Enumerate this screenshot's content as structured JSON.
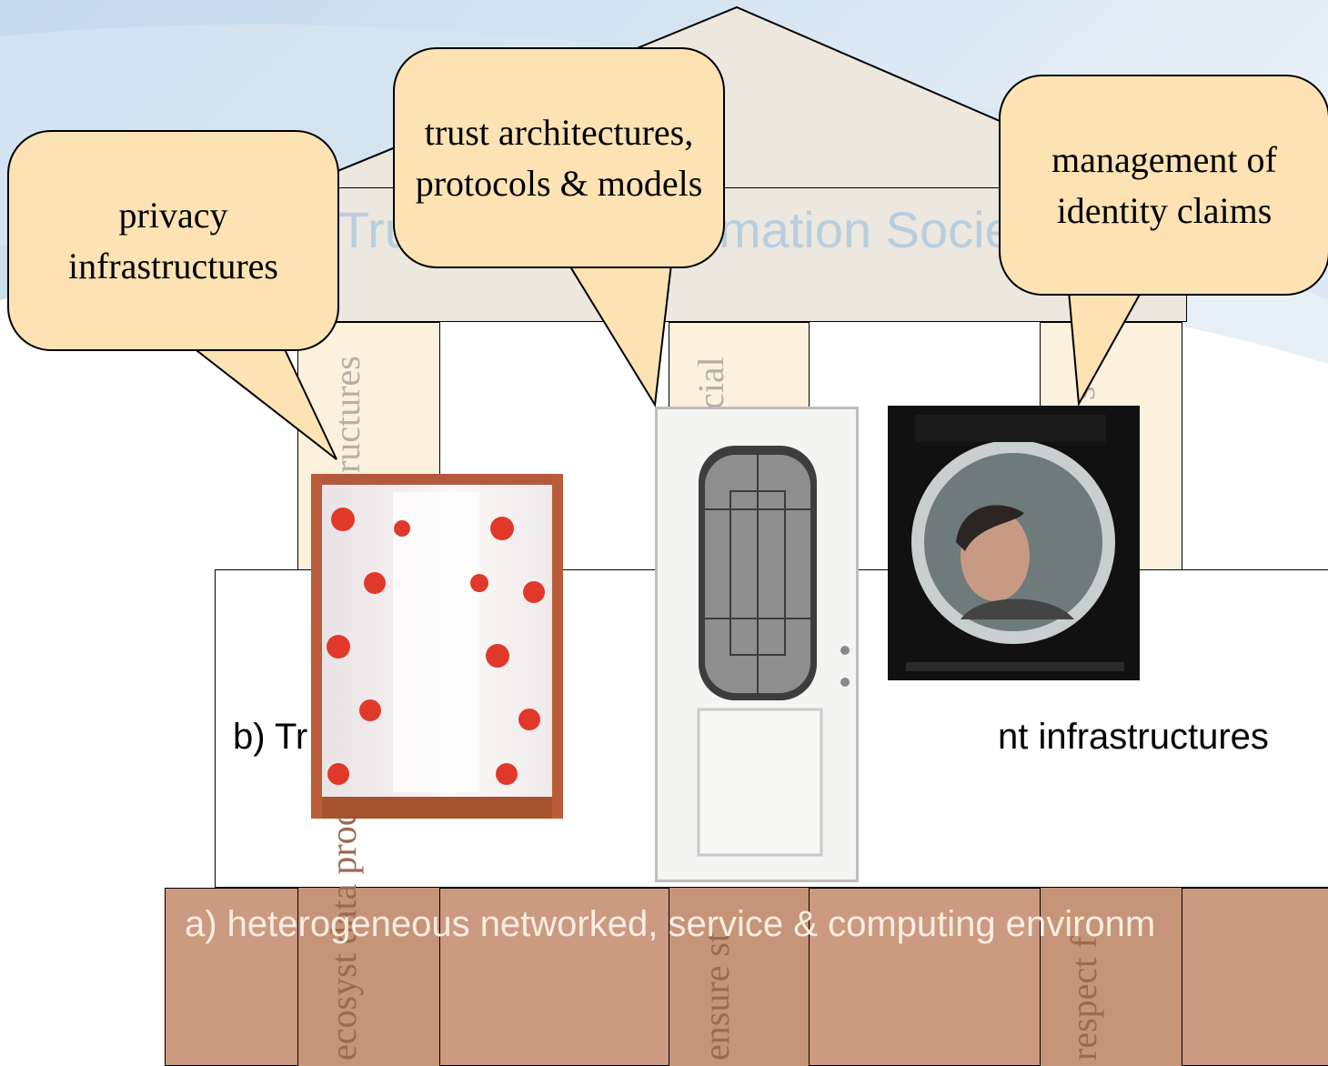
{
  "temple": {
    "roof_title": "Trustworthy Information Society",
    "pillars": [
      {
        "top_text": "ation, ructures",
        "bottom_text": "ecosyst data proc"
      },
      {
        "top_text": "cial",
        "bottom_text": "ensure st"
      },
      {
        "top_text": "s",
        "bottom_text": "respect f"
      }
    ],
    "layer_b_left": "b) Tr",
    "layer_b_right": "nt infrastructures",
    "layer_a": "a) heterogeneous networked, service & computing environm"
  },
  "callouts": [
    {
      "text": "privacy infrastructures"
    },
    {
      "text": "trust architectures, protocols & models"
    },
    {
      "text": "management of identity claims"
    }
  ],
  "pictures": {
    "curtain": {
      "icon": "curtain-photo"
    },
    "door": {
      "icon": "door-photo"
    },
    "peephole": {
      "icon": "peephole-photo"
    }
  },
  "colors": {
    "roof": "#ece7df",
    "pillar": "#fbf1dd",
    "base": "#cc9a80",
    "bubble": "#fde3b4",
    "title_blue": "#b8cede"
  }
}
